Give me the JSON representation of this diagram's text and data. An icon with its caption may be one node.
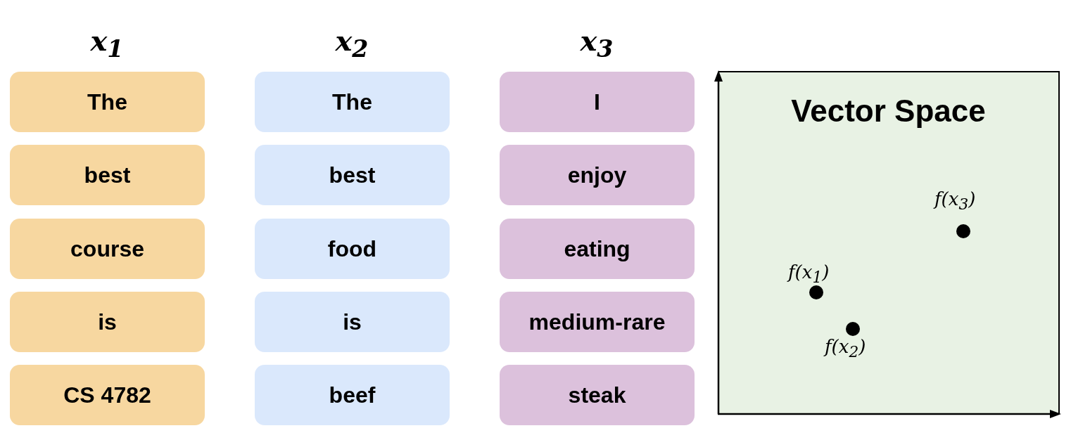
{
  "diagram": {
    "nodes": [
      {
        "text": [
          "The"
        ]
      },
      {
        "text": [
          "best"
        ]
      },
      {
        "text": [
          "course"
        ]
      },
      {
        "text": [
          "is"
        ]
      },
      {
        "text": [
          "CS 4782"
        ]
      },
      {
        "text": [
          "The"
        ]
      },
      {
        "text": [
          "best"
        ]
      },
      {
        "text": [
          "food"
        ]
      },
      {
        "text": [
          "is"
        ]
      },
      {
        "text": [
          "beef"
        ]
      },
      {
        "text": [
          "I"
        ]
      },
      {
        "text": [
          "enjoy"
        ]
      },
      {
        "text": [
          "eating"
        ]
      },
      {
        "text": [
          "medium-rare"
        ]
      },
      {
        "text": [
          "steak"
        ]
      },
      {
        "text": [
          "Vector Space"
        ]
      },
      {
        "text": [],
        "shape": "circle",
        "in": 15,
        "beside": [
          "f(x$_{1}$)"
        ]
      },
      {
        "text": [],
        "shape": "circle",
        "in": 15,
        "beside": [
          "f(x$_{2}$)"
        ]
      },
      {
        "text": [],
        "shape": "circle",
        "in": 15,
        "beside": [
          "f(x$_{3}$)"
        ]
      }
    ],
    "edges": [],
    "labels": [
      "x$_{1}$",
      "x$_{2}$",
      "x$_{3}$"
    ]
  }
}
